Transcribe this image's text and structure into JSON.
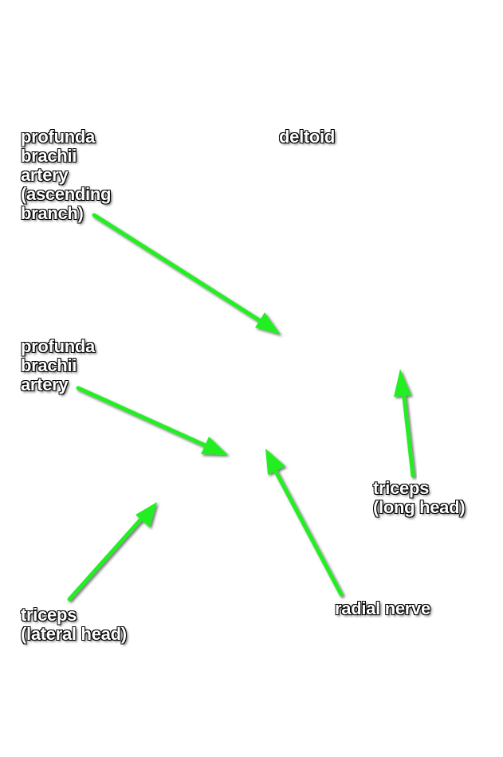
{
  "arrow_color": "#22ee22",
  "labels": {
    "profunda_ascending": [
      "profunda",
      "brachii",
      "artery",
      "(ascending",
      "branch)"
    ],
    "deltoid": [
      "deltoid"
    ],
    "profunda_brachii": [
      "profunda",
      "brachii",
      "artery"
    ],
    "triceps_long": [
      "triceps",
      "(long head)"
    ],
    "triceps_lateral": [
      "triceps",
      "(lateral head)"
    ],
    "radial_nerve": [
      "radial nerve"
    ]
  }
}
